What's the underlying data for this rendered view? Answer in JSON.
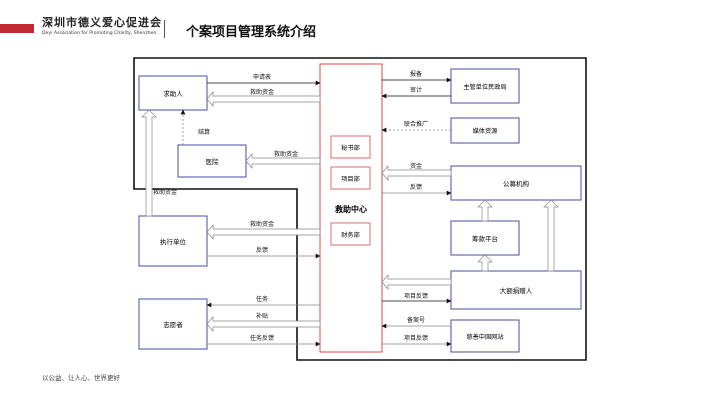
{
  "header": {
    "org_name_cn": "深圳市德义爱心促进会",
    "org_name_en": "Deyi Association for Promoting Charity, Shenzhen.",
    "page_title": "个案项目管理系统介绍",
    "accent_color": "#c0292f"
  },
  "footer": {
    "slogan": "以公益、让人心、世界更好"
  },
  "diagram": {
    "center": {
      "title": "救助中心",
      "departments": [
        "秘书部",
        "项目部",
        "财务部"
      ],
      "border_color": "#d84a4a"
    },
    "nodes": {
      "seeker": "求助人",
      "hospital": "医院",
      "executor": "执行单位",
      "volunteer": "志愿者",
      "civil_affairs": "主管单位民政局",
      "media": "媒体资源",
      "public_org": "公募机构",
      "fundraise_platform": "筹款平台",
      "big_donor": "大额捐赠人",
      "charity_site": "慈善中国网站"
    },
    "edges": {
      "apply_form": "申请表",
      "aid_fund_to_seeker": "救助资金",
      "settle": "结算",
      "aid_fund_to_hospital": "救助资金",
      "aid_fund_exec_up": "救助资金",
      "aid_fund_to_exec": "救助资金",
      "feedback_exec": "反馈",
      "task": "任务",
      "subsidy": "补贴",
      "task_feedback": "任务反馈",
      "report": "报备",
      "audit": "审计",
      "joint_promo": "联合推广",
      "funds_in": "资金",
      "feedback_public": "反馈",
      "project_feedback_donor": "项目反馈",
      "record_no": "备案号",
      "project_feedback_site": "项目反馈"
    }
  }
}
